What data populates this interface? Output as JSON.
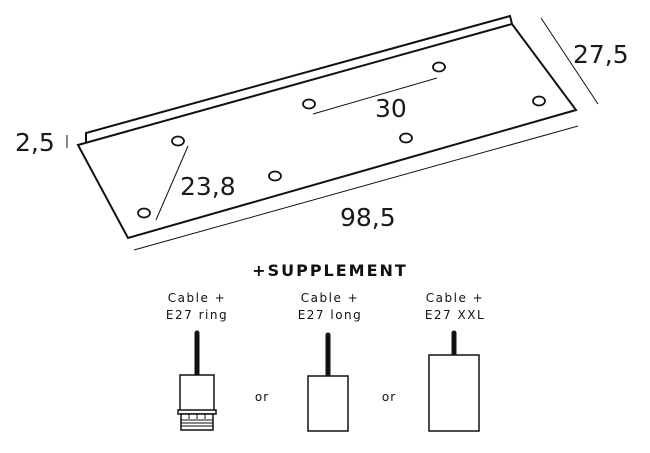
{
  "dimensions": {
    "height": "2,5",
    "width": "27,5",
    "hole_spacing_long": "30",
    "hole_spacing_short": "23,8",
    "length": "98,5"
  },
  "supplement": {
    "title": "+SUPPLEMENT",
    "separator": "or",
    "options": [
      {
        "line1": "Cable +",
        "line2": "E27 ring"
      },
      {
        "line1": "Cable +",
        "line2": "E27 long"
      },
      {
        "line1": "Cable +",
        "line2": "E27 XXL"
      }
    ]
  }
}
